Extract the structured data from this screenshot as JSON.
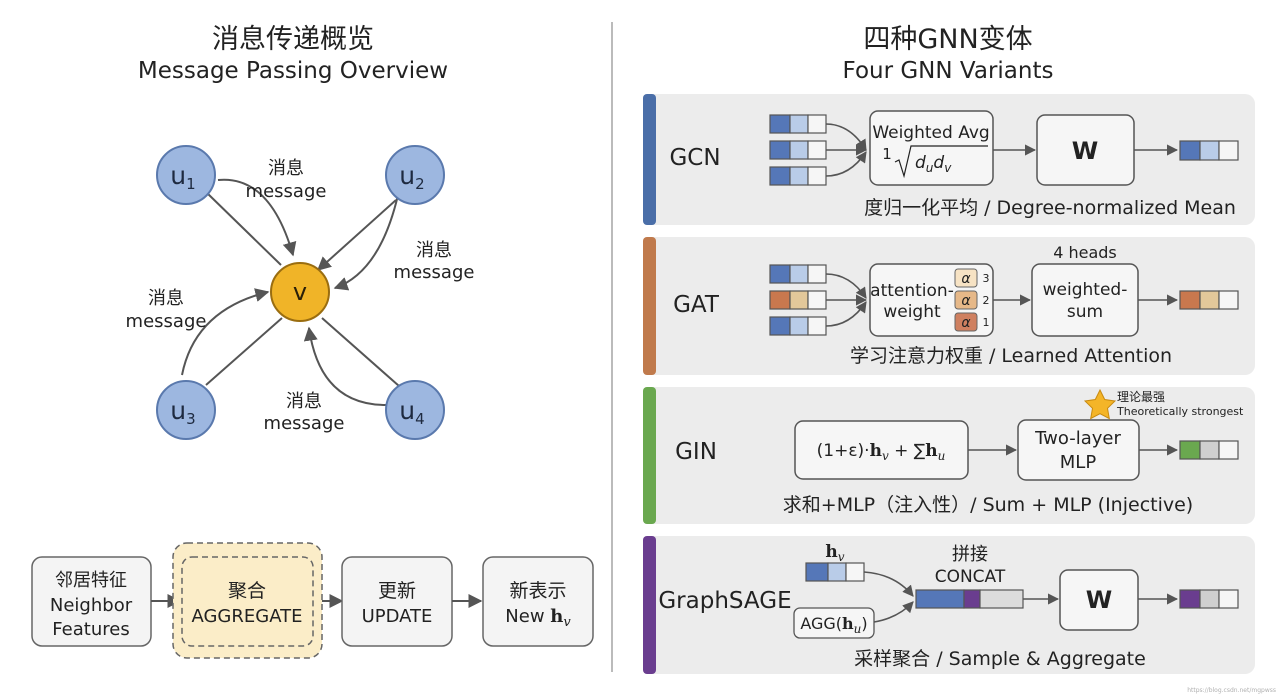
{
  "left": {
    "title_zh": "消息传递概览",
    "title_en": "Message Passing Overview",
    "nodes": {
      "u1": "u",
      "u1_sub": "1",
      "u2": "u",
      "u2_sub": "2",
      "u3": "u",
      "u3_sub": "3",
      "u4": "u",
      "u4_sub": "4",
      "v": "v"
    },
    "message_zh": "消息",
    "message_en": "message",
    "pipeline": {
      "neighbor_zh": "邻居特征",
      "neighbor_en1": "Neighbor",
      "neighbor_en2": "Features",
      "aggregate_zh": "聚合",
      "aggregate_en": "AGGREGATE",
      "update_zh": "更新",
      "update_en": "UPDATE",
      "new_zh": "新表示",
      "new_en": "New ",
      "new_h": "h",
      "new_sub": "v"
    }
  },
  "right": {
    "title_zh": "四种GNN变体",
    "title_en": "Four GNN Variants",
    "gcn": {
      "label": "GCN",
      "weighted_avg": "Weighted Avg",
      "num": "1",
      "d_u": "d",
      "d_u_sub": "u",
      "d_v": "d",
      "d_v_sub": "v",
      "w": "W",
      "caption": "度归一化平均 / Degree-normalized Mean"
    },
    "gat": {
      "label": "GAT",
      "attention1": "attention-",
      "attention2": "weight",
      "alpha": "α",
      "alpha_nums": [
        "3",
        "2",
        "1"
      ],
      "heads": "4 heads",
      "sum1": "weighted-",
      "sum2": "sum",
      "caption": "学习注意力权重 / Learned Attention"
    },
    "gin": {
      "label": "GIN",
      "formula_a": "(1+ε)·",
      "formula_h": "h",
      "formula_v": "v",
      "formula_b": " + ∑",
      "formula_h2": "h",
      "formula_u": "u",
      "mlp1": "Two-layer",
      "mlp2": "MLP",
      "badge_zh": "理论最强",
      "badge_en": "Theoretically strongest",
      "caption": "求和+MLP（注入性）/ Sum + MLP (Injective)"
    },
    "sage": {
      "label": "GraphSAGE",
      "hv": "h",
      "hv_sub": "v",
      "agg_a": "AGG(",
      "agg_h": "h",
      "agg_u": "u",
      "agg_b": ")",
      "concat_zh": "拼接",
      "concat_en": "CONCAT",
      "w": "W",
      "caption": "采样聚合 / Sample & Aggregate"
    }
  },
  "colors": {
    "gcn": "#4a6ea8",
    "gat": "#c07a4c",
    "gin": "#6aa84f",
    "sage": "#6a3d8f",
    "node_blue": "#9db7e0",
    "node_v": "#f0b428",
    "panel": "#ececec",
    "vec_blue": "#5577b8",
    "vec_light": "#b9cce8",
    "vec_orange": "#c9784e",
    "vec_tan": "#e3c89a",
    "vec_green": "#6aa84f",
    "vec_purple": "#6a3d8f"
  },
  "watermark": "https://blog.csdn.net/mgpwss"
}
